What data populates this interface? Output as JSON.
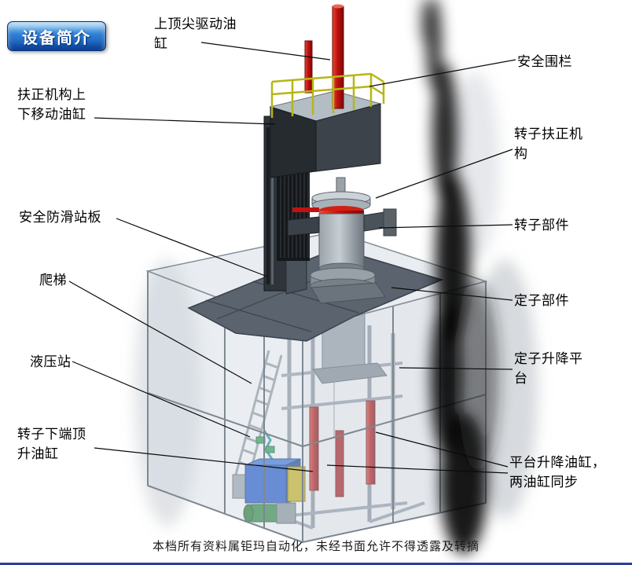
{
  "badge": {
    "label": "设备简介"
  },
  "footer": {
    "text": "本档所有资料属钜玛自动化，未经书面允许不得透露及转摘"
  },
  "labels": {
    "top_drive_cylinder": "上顶尖驱动油缸",
    "safety_fence": "安全围栏",
    "centering_move_cylinder": "扶正机构上下移动油缸",
    "rotor_centering": "转子扶正机构",
    "antislip_board": "安全防滑站板",
    "rotor_parts": "转子部件",
    "ladder": "爬梯",
    "stator_parts": "定子部件",
    "hydraulic_station": "液压站",
    "stator_platform": "定子升降平台",
    "rotor_jack_cylinder": "转子下端顶升油缸",
    "platform_cylinders": "平台升降油缸，两油缸同步"
  },
  "colors": {
    "cylinder_red": "#c01212",
    "railing_yellow": "#b6b616",
    "hydraulic_blue": "#2058cc",
    "hydraulic_green": "#2e8a3e",
    "hydraulic_yellow": "#c8b41a",
    "plate_gray": "#5a636e",
    "badge_blue": "#1565c8",
    "footer_rule_blue": "#2b3f9e"
  }
}
